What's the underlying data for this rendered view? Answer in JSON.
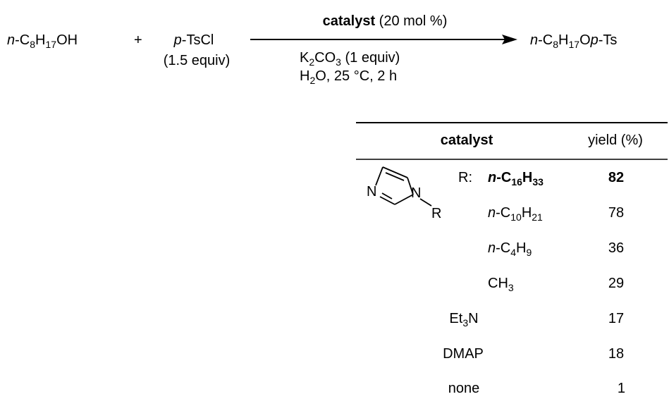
{
  "reaction": {
    "reactant1": {
      "prefix": "n",
      "parts": [
        [
          "-C",
          "8"
        ],
        [
          "H",
          "17"
        ],
        [
          "OH",
          ""
        ]
      ]
    },
    "plus": "+",
    "reactant2": {
      "prefix": "p",
      "main": "-TsCl",
      "note": "(1.5 equiv)"
    },
    "above_arrow": {
      "bold": "catalyst",
      "rest": " (20 mol %)"
    },
    "below_arrow_1": [
      [
        "K",
        "2"
      ],
      [
        "CO",
        "3"
      ],
      [
        " (1 equiv)",
        ""
      ]
    ],
    "below_arrow_2": [
      [
        "H",
        "2"
      ],
      [
        "O, 25 °C, 2 h",
        ""
      ]
    ],
    "product": {
      "prefix": "n",
      "parts": [
        [
          "-C",
          "8"
        ],
        [
          "H",
          "17"
        ],
        [
          "O",
          ""
        ]
      ],
      "prefix2": "p",
      "tail": "-Ts"
    }
  },
  "table": {
    "header_catalyst": "catalyst",
    "header_yield": "yield (%)",
    "imidazole": {
      "atom_N1": "N",
      "atom_N3": "N",
      "sub_R": "R",
      "r_label": "R:"
    },
    "rows": [
      {
        "prefix": "n",
        "parts": [
          [
            "-C",
            "16"
          ],
          [
            "H",
            "33"
          ]
        ],
        "yield": "82",
        "bold": true
      },
      {
        "prefix": "n",
        "parts": [
          [
            "-C",
            "10"
          ],
          [
            "H",
            "21"
          ]
        ],
        "yield": "78",
        "bold": false
      },
      {
        "prefix": "n",
        "parts": [
          [
            "-C",
            "4"
          ],
          [
            "H",
            "9"
          ]
        ],
        "yield": "36",
        "bold": false
      },
      {
        "prefix": "",
        "parts": [
          [
            "CH",
            "3"
          ]
        ],
        "yield": "29",
        "bold": false
      },
      {
        "prefix": "",
        "parts": [
          [
            "Et",
            "3"
          ],
          [
            "N",
            ""
          ]
        ],
        "yield": "17",
        "bold": false
      },
      {
        "prefix": "",
        "parts": [
          [
            "DMAP",
            ""
          ]
        ],
        "yield": "18",
        "bold": false
      },
      {
        "prefix": "",
        "parts": [
          [
            "none",
            ""
          ]
        ],
        "yield": "1",
        "bold": false
      }
    ]
  }
}
